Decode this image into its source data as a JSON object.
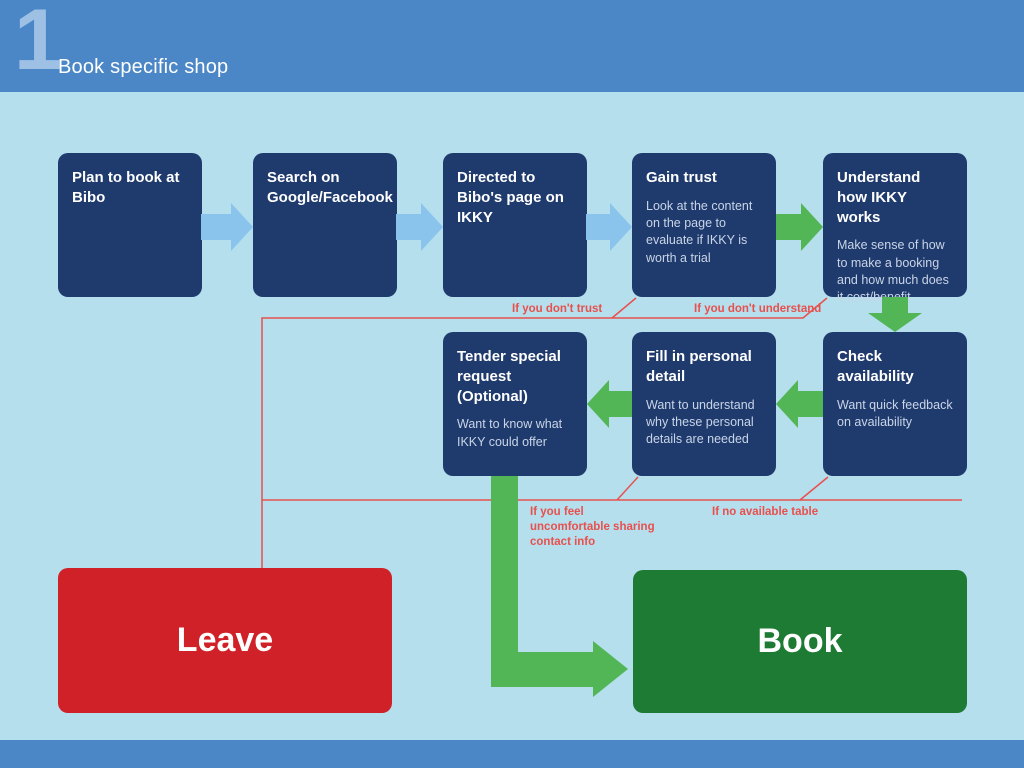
{
  "header": {
    "number": "1",
    "title": "Book specific shop"
  },
  "steps": [
    {
      "title": "Plan to book at Bibo",
      "body": ""
    },
    {
      "title": "Search on Google/Facebook",
      "body": ""
    },
    {
      "title": "Directed to Bibo's page on IKKY",
      "body": ""
    },
    {
      "title": "Gain trust",
      "body": "Look at the content on the page to evaluate if IKKY is worth a trial"
    },
    {
      "title": "Understand how IKKY works",
      "body": "Make sense of how to make a booking and how much does it cost/benefit"
    },
    {
      "title": "Check availability",
      "body": "Want quick feedback on availability"
    },
    {
      "title": "Fill in personal detail",
      "body": "Want to understand why these personal details are needed"
    },
    {
      "title": "Tender special request (Optional)",
      "body": "Want to know what IKKY could offer"
    }
  ],
  "conditions": [
    "If you don't trust",
    "If you don't understand",
    "If you feel uncomfortable sharing contact info",
    "If no available table"
  ],
  "outcomes": {
    "leave": "Leave",
    "book": "Book"
  },
  "colors": {
    "header_blue": "#4b87c6",
    "background_blue": "#b5dfed",
    "node_navy": "#1f3a6d",
    "arrow_blue": "#8ac4ec",
    "arrow_green": "#52b556",
    "leave_red": "#cf2127",
    "book_green": "#1e7b34",
    "condition_red": "#e8504d"
  }
}
